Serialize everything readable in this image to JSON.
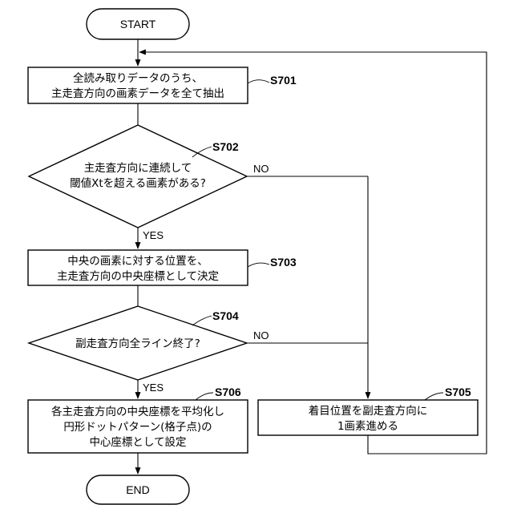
{
  "diagram": {
    "start": "START",
    "end": "END",
    "s701": {
      "label": "S701",
      "lines": [
        "全読み取りデータのうち、",
        "主走査方向の画素データを全て抽出"
      ]
    },
    "s702": {
      "label": "S702",
      "lines": [
        "主走査方向に連続して",
        "閾値Xtを超える画素がある?"
      ]
    },
    "s703": {
      "label": "S703",
      "lines": [
        "中央の画素に対する位置を、",
        "主走査方向の中央座標として決定"
      ]
    },
    "s704": {
      "label": "S704",
      "lines": [
        "副走査方向全ライン終了?"
      ]
    },
    "s705": {
      "label": "S705",
      "lines": [
        "着目位置を副走査方向に",
        "1画素進める"
      ]
    },
    "s706": {
      "label": "S706",
      "lines": [
        "各主走査方向の中央座標を平均化し",
        "円形ドットパターン(格子点)の",
        "中心座標として設定"
      ]
    },
    "branches": {
      "no": "NO",
      "yes": "YES"
    }
  }
}
